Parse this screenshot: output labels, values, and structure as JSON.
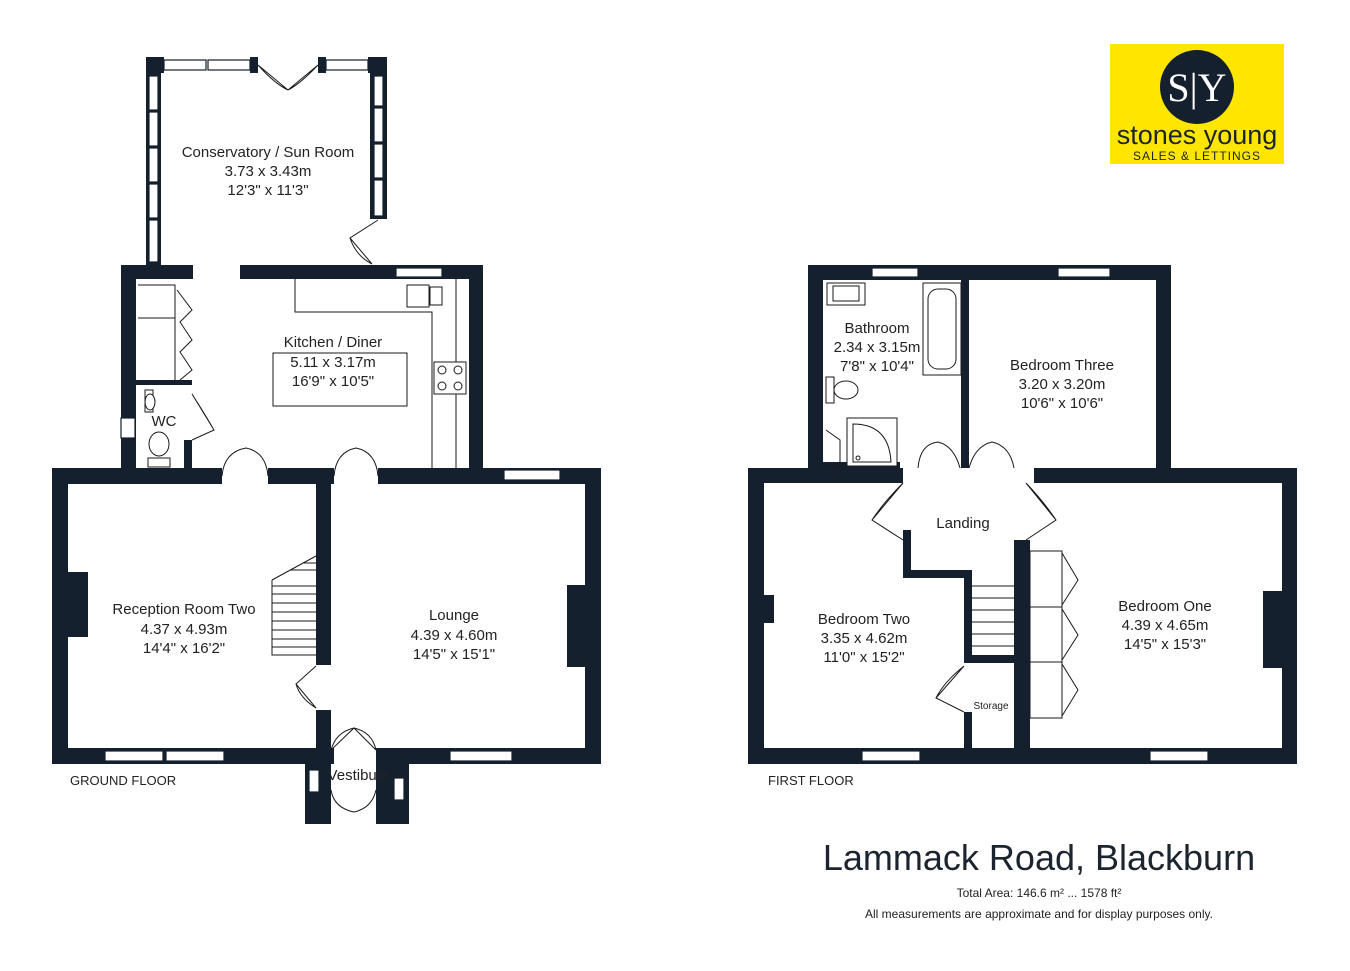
{
  "brand": {
    "monogram": "S|Y",
    "name": "stones young",
    "tagline": "SALES & LETTINGS",
    "bg_color": "#ffe600",
    "circle_color": "#14202d"
  },
  "floors": {
    "ground": {
      "label": "GROUND FLOOR"
    },
    "first": {
      "label": "FIRST FLOOR"
    }
  },
  "rooms": {
    "conservatory": {
      "name": "Conservatory / Sun Room",
      "metric": "3.73 x 3.43m",
      "imperial": "12'3\" x 11'3\""
    },
    "kitchen": {
      "name": "Kitchen / Diner",
      "metric": "5.11 x 3.17m",
      "imperial": "16'9\" x 10'5\""
    },
    "wc": {
      "name": "WC"
    },
    "reception2": {
      "name": "Reception Room Two",
      "metric": "4.37 x 4.93m",
      "imperial": "14'4\" x 16'2\""
    },
    "lounge": {
      "name": "Lounge",
      "metric": "4.39 x 4.60m",
      "imperial": "14'5\" x 15'1\""
    },
    "vestibule": {
      "name": "Vestibule"
    },
    "bathroom": {
      "name": "Bathroom",
      "metric": "2.34 x 3.15m",
      "imperial": "7'8\" x 10'4\""
    },
    "bedroom3": {
      "name": "Bedroom Three",
      "metric": "3.20 x 3.20m",
      "imperial": "10'6\" x 10'6\""
    },
    "landing": {
      "name": "Landing"
    },
    "bedroom2": {
      "name": "Bedroom Two",
      "metric": "3.35 x 4.62m",
      "imperial": "11'0\" x 15'2\""
    },
    "bedroom1": {
      "name": "Bedroom One",
      "metric": "4.39 x 4.65m",
      "imperial": "14'5\" x 15'3\""
    },
    "storage": {
      "name": "Storage"
    }
  },
  "footer": {
    "address": "Lammack Road, Blackburn",
    "total_area": "Total Area: 146.6 m² ... 1578 ft²",
    "disclaimer": "All measurements are approximate and for display purposes only."
  },
  "colors": {
    "wall": "#14202d",
    "accent": "#ffe600"
  }
}
